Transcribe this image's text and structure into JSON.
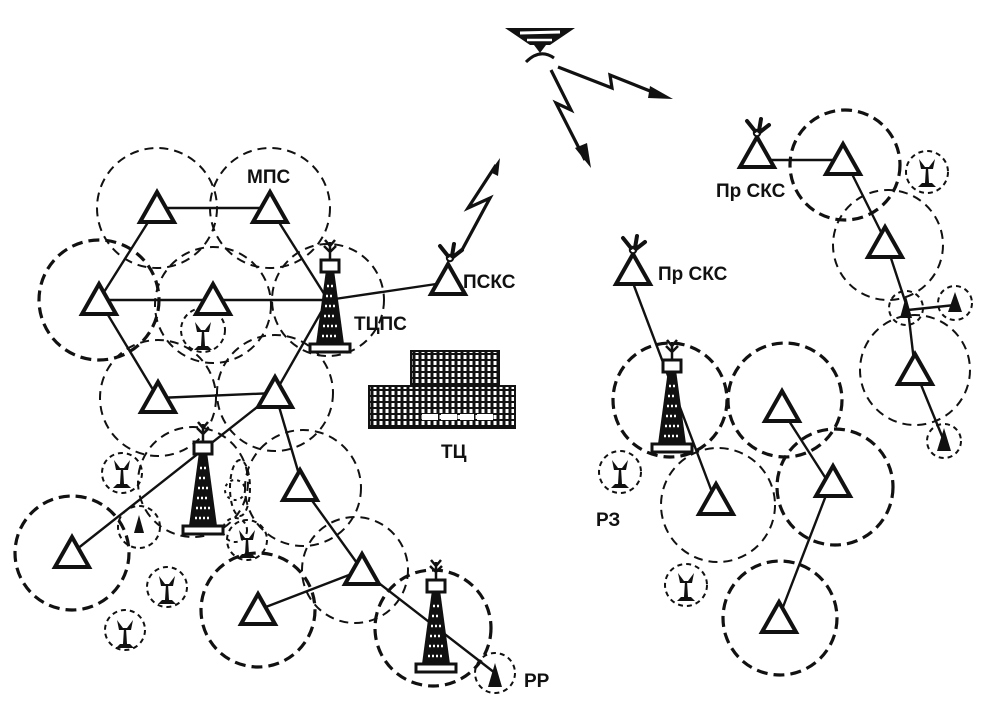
{
  "diagram": {
    "labels": {
      "mps": "МПС",
      "pscs": "ПСКС",
      "tcps": "ТЦПС",
      "tc": "ТЦ",
      "prscs_center": "Пр СКС",
      "prscs_right": "Пр СКС",
      "rz": "РЗ",
      "rr": "РР"
    },
    "colors": {
      "ink": "#111111",
      "background": "#ffffff"
    }
  }
}
